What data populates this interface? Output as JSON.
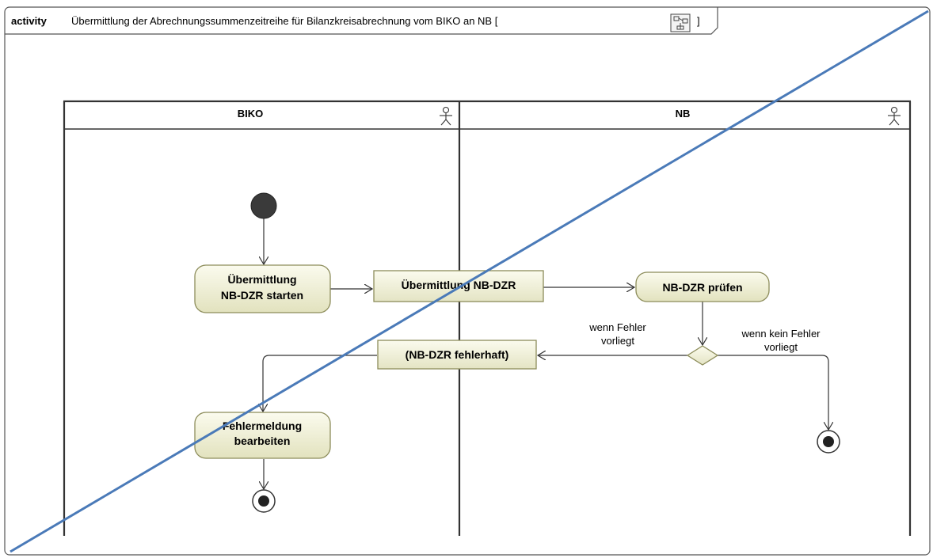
{
  "frame": {
    "keyword": "activity",
    "title": "Übermittlung der Abrechnungssummenzeitreihe für Bilanzkreisabrechnung vom BIKO an NB [",
    "title_end": "]",
    "icon": "activity-diagram-icon"
  },
  "swimlanes": [
    {
      "name": "BIKO",
      "icon": "actor-icon"
    },
    {
      "name": "NB",
      "icon": "actor-icon"
    }
  ],
  "actions": {
    "start_transmission": {
      "lines": [
        "Übermittlung",
        "NB-DZR starten"
      ]
    },
    "check": {
      "lines": [
        "NB-DZR prüfen"
      ]
    },
    "handle_error": {
      "lines": [
        "Fehlermeldung",
        "bearbeiten"
      ]
    }
  },
  "objects": {
    "transmission": {
      "label": "Übermittlung NB-DZR"
    },
    "faulty": {
      "label": "(NB-DZR fehlerhaft)"
    }
  },
  "guards": {
    "error": [
      "wenn Fehler",
      "vorliegt"
    ],
    "no_error": [
      "wenn kein Fehler",
      "vorliegt"
    ]
  },
  "colors": {
    "node_fill_top": "#fbfbee",
    "node_fill_bottom": "#e2e2be",
    "node_border": "#8c8c5a",
    "line": "#333333",
    "diagonal": "#4a7ab8"
  }
}
